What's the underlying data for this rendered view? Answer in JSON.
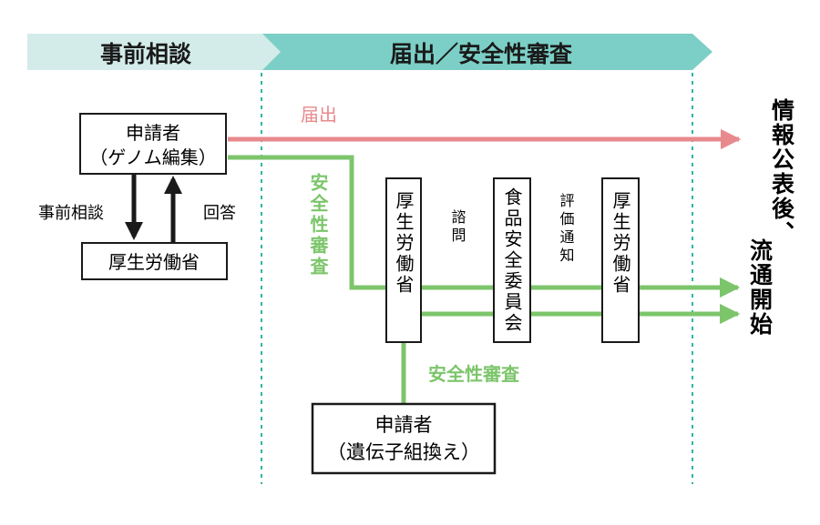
{
  "header": {
    "phase1": "事前相談",
    "phase2": "届出／安全性審査"
  },
  "colors": {
    "header_light": "#d3ece9",
    "header_dark": "#7ccfc6",
    "red": "#e88a8d",
    "green": "#7cc56b",
    "divider": "#2fb6a6",
    "box_border": "#1a1a1a",
    "text": "#1a1a1a"
  },
  "boxes": {
    "applicant_genome": [
      "申請者",
      "（ゲノム編集）"
    ],
    "mhlw_left": "厚生労働省",
    "mhlw_inquiry": "厚生労働省",
    "food_safety_commission": "食品安全委員会",
    "mhlw_right": "厚生労働省",
    "applicant_gm": [
      "申請者",
      "（遺伝子組換え）"
    ]
  },
  "labels": {
    "pre_consult": "事前相談",
    "answer": "回答",
    "notification": "届出",
    "safety_review_vertical": "安全性審査",
    "inquiry": "諮問",
    "evaluation_notice": "評価通知",
    "safety_review_bottom": "安全性審査",
    "outcome": [
      "情報公表後、",
      "流通開始"
    ]
  }
}
